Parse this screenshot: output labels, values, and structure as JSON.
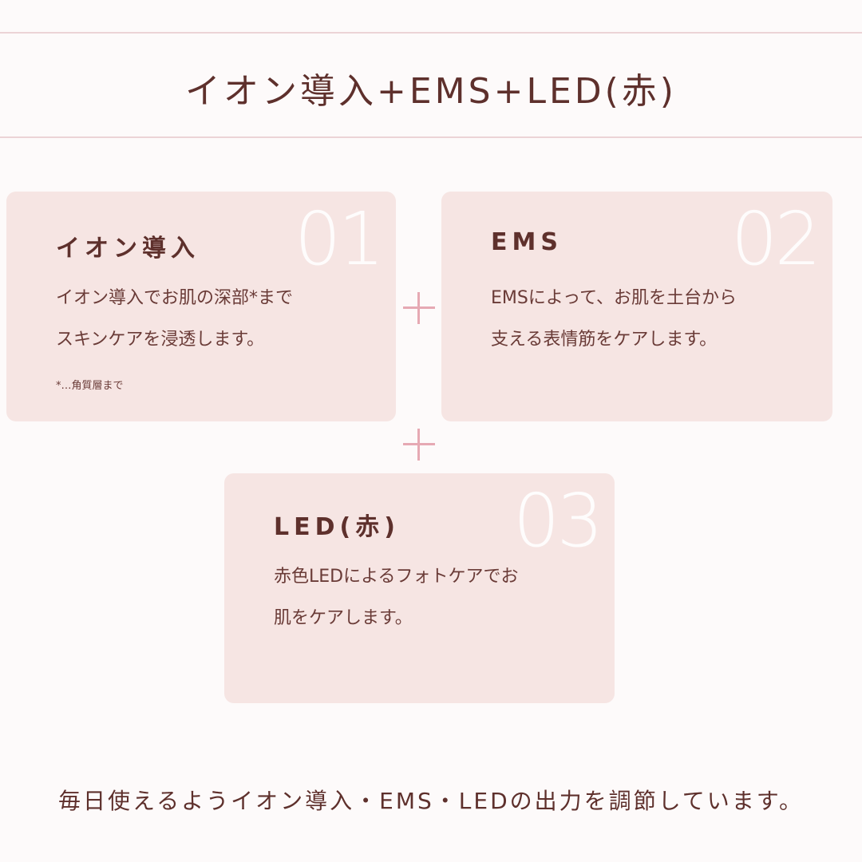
{
  "title": "イオン導入+EMS+LED(赤)",
  "cards": [
    {
      "number": "01",
      "heading": "イオン導入",
      "lines": [
        "イオン導入でお肌の深部*まで",
        "スキンケアを浸透します。"
      ],
      "note": "*…角質層まで"
    },
    {
      "number": "02",
      "heading": "EMS",
      "lines": [
        "EMSによって、お肌を土台から",
        "支える表情筋をケアします。"
      ]
    },
    {
      "number": "03",
      "heading": "LED(赤)",
      "lines": [
        "赤色LEDによるフォトケアでお",
        "肌をケアします。"
      ]
    }
  ],
  "footer": "毎日使えるようイオン導入・EMS・LEDの出力を調節しています。",
  "colors": {
    "background": "#fdfafa",
    "card": "#f6e5e3",
    "text": "#5e302c",
    "plus": "#e6a9b3",
    "rule": "#ecd3d6"
  },
  "icons": [
    "plus-icon"
  ]
}
